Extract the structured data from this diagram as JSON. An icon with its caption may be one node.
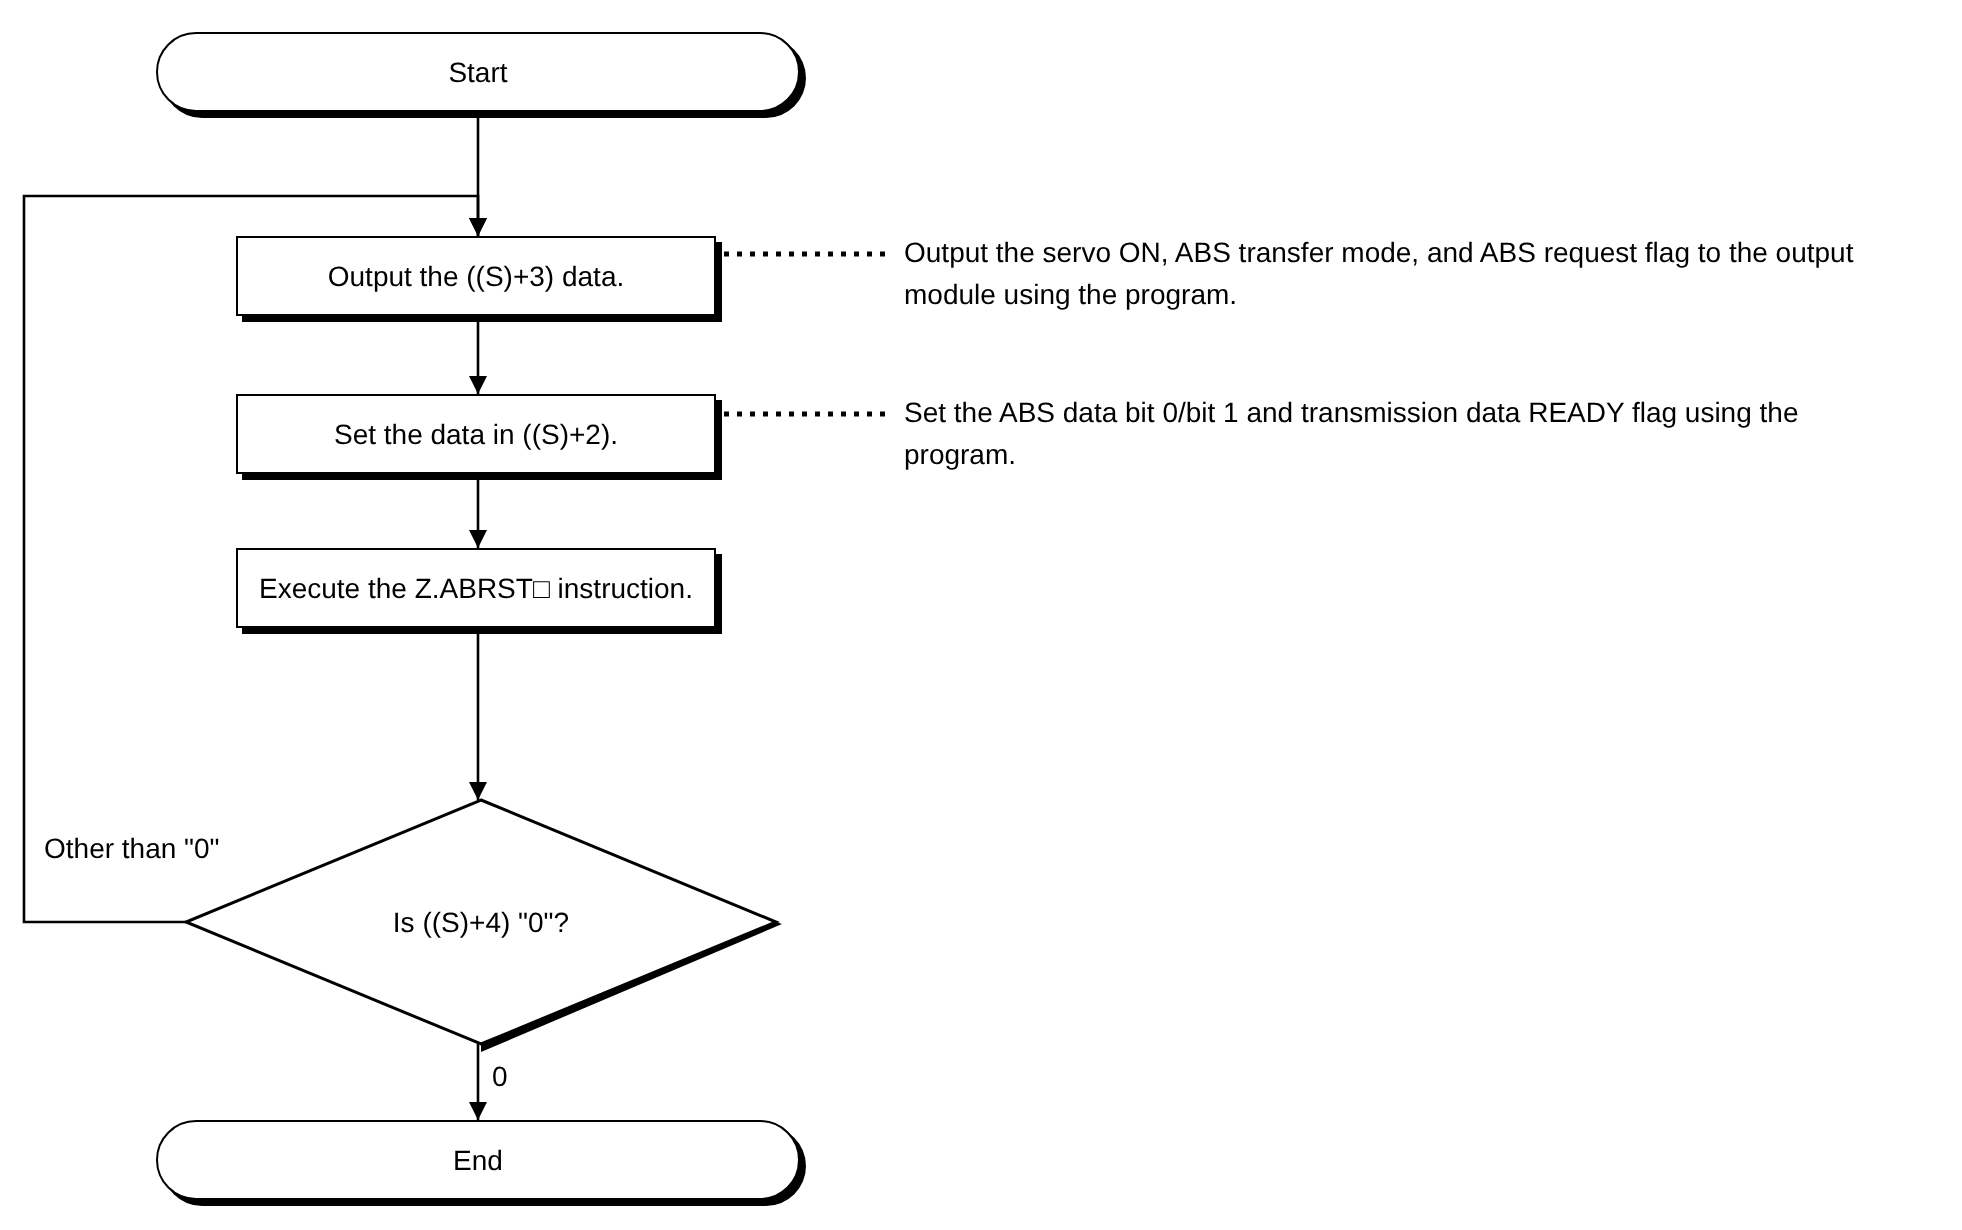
{
  "diagram": {
    "nodes": [
      {
        "text": [
          "Start"
        ]
      },
      {
        "text": [
          "Output the ((S)+3) data."
        ]
      },
      {
        "text": [
          "Output the servo ON, ABS transfer mode, and ABS request flag to the output module using the program."
        ]
      },
      {
        "text": [
          "Set the data in ((S)+2)."
        ]
      },
      {
        "text": [
          "Set the ABS data bit 0/bit 1 and transmission data READY flag using the program."
        ]
      },
      {
        "text": [
          "Execute the Z.ABRST□ instruction."
        ]
      },
      {
        "text": [
          "Is ((S)+4) \"0\"?"
        ]
      },
      {
        "text": [
          "End"
        ]
      }
    ],
    "edges": [
      {
        "from": 0,
        "to": 1,
        "arrow": "to"
      },
      {
        "from": 1,
        "to": 3,
        "arrow": "to"
      },
      {
        "from": 3,
        "to": 5,
        "arrow": "to"
      },
      {
        "from": 5,
        "to": 6,
        "arrow": "to"
      },
      {
        "from": 6,
        "to": 7,
        "arrow": "to",
        "label": "0"
      },
      {
        "from": 6,
        "to": 1,
        "arrow": "to",
        "label": "Other than \"0\""
      },
      {
        "from": 1,
        "to": 2,
        "arrow": "none",
        "style": "dashed"
      },
      {
        "from": 3,
        "to": 4,
        "arrow": "none",
        "style": "dashed"
      }
    ]
  }
}
